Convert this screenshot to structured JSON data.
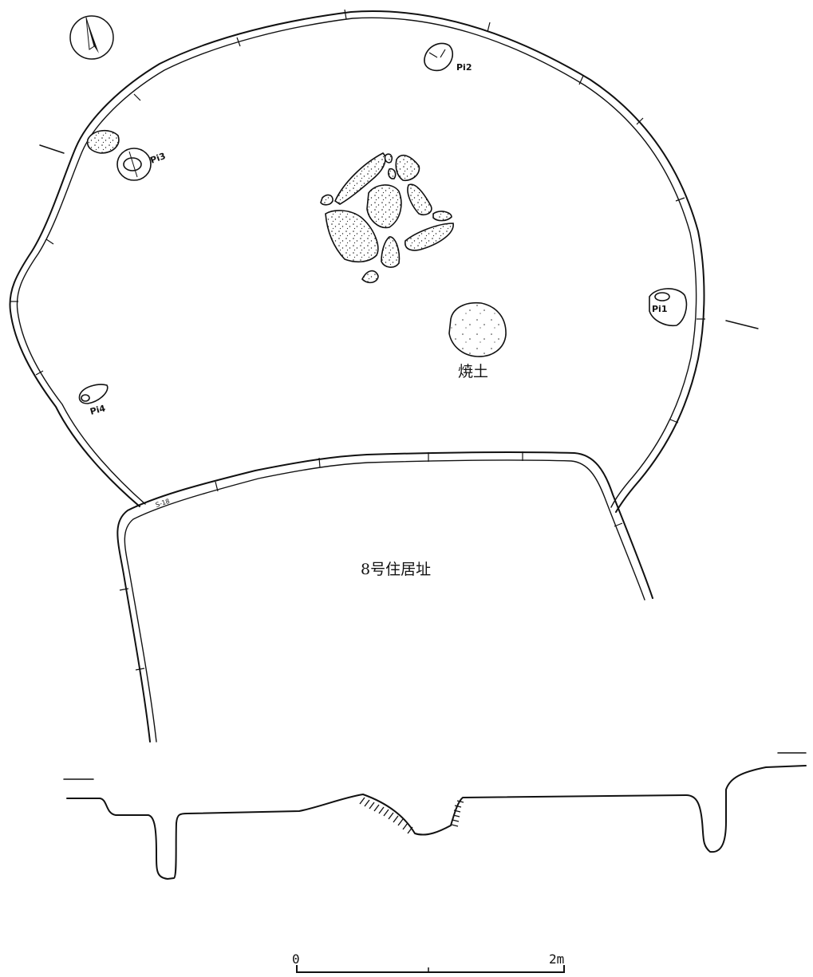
{
  "labels": {
    "pit1": "Pi1",
    "pit2": "Pi2",
    "pit3": "Pi3",
    "pit4": "Pi4",
    "burnt_soil": "焼土",
    "dwelling": "8号住居址",
    "small_mark": "S-18"
  },
  "scale_bar": {
    "start": "0",
    "end": "2m"
  },
  "colors": {
    "ink": "#111111",
    "paper": "#ffffff"
  },
  "icons": {
    "north_arrow": "north-arrow-icon"
  }
}
